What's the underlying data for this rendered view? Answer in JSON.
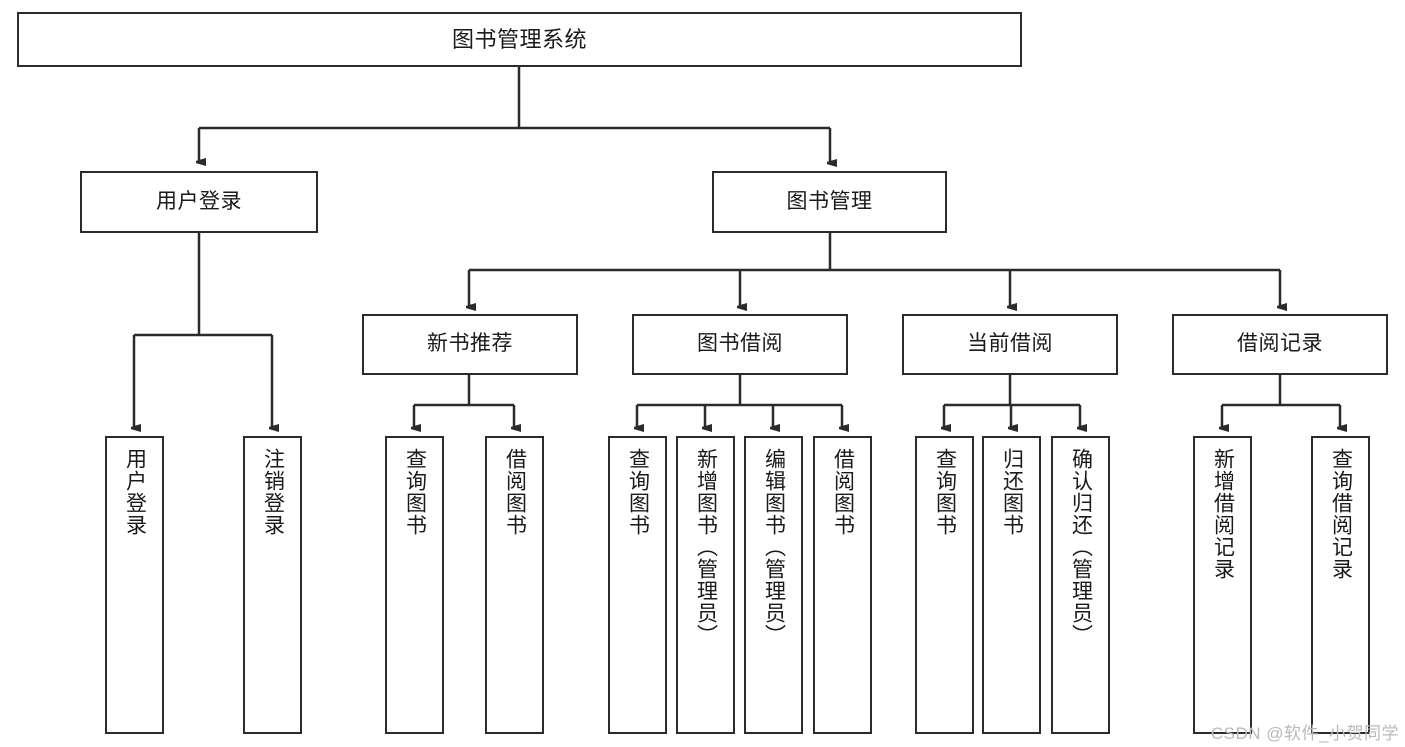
{
  "diagram": {
    "title": "图书管理系统",
    "type": "功能结构图",
    "line_color": "#2b2b2b",
    "box_fill": "#ffffff",
    "text_color": "#1a1a1a"
  },
  "root": {
    "label": "图书管理系统"
  },
  "level2": [
    {
      "label": "用户登录"
    },
    {
      "label": "图书管理"
    }
  ],
  "level3": [
    {
      "label": "新书推荐"
    },
    {
      "label": "图书借阅"
    },
    {
      "label": "当前借阅"
    },
    {
      "label": "借阅记录"
    }
  ],
  "leaves": {
    "user_login": [
      {
        "label": "用户登录"
      },
      {
        "label": "注销登录"
      }
    ],
    "new_book": [
      {
        "label": "查询图书"
      },
      {
        "label": "借阅图书"
      }
    ],
    "book_borrow": [
      {
        "label": "查询图书"
      },
      {
        "label": "新增图书（管理员）"
      },
      {
        "label": "编辑图书（管理员）"
      },
      {
        "label": "借阅图书"
      }
    ],
    "current_borrow": [
      {
        "label": "查询图书"
      },
      {
        "label": "归还图书"
      },
      {
        "label": "确认归还（管理员）"
      }
    ],
    "borrow_record": [
      {
        "label": "新增借阅记录"
      },
      {
        "label": "查询借阅记录"
      }
    ]
  },
  "watermark": {
    "text": "CSDN @软件_小贺同学"
  }
}
